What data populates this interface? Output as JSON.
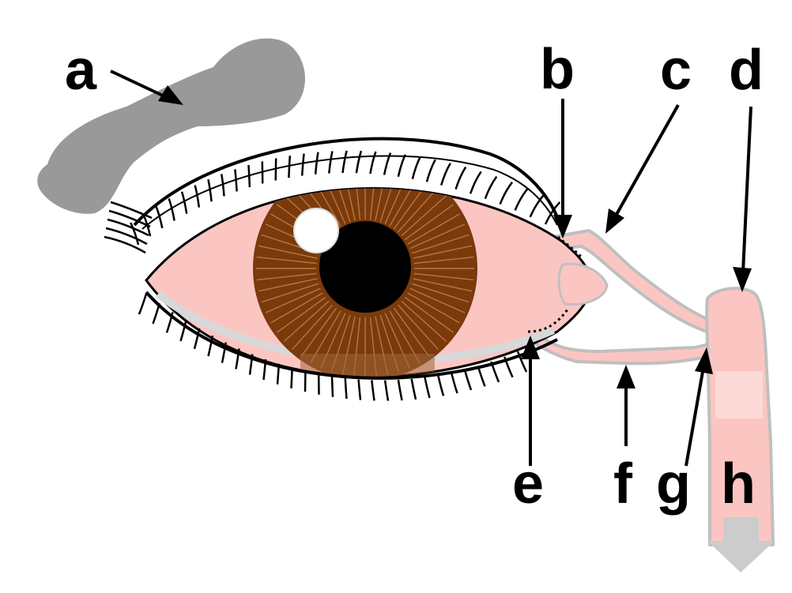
{
  "labels": {
    "a": "a",
    "b": "b",
    "c": "c",
    "d": "d",
    "e": "e",
    "f": "f",
    "g": "g",
    "h": "h"
  },
  "colors": {
    "background": "#ffffff",
    "gland": "#999999",
    "sclera_pink": "#fbc6c2",
    "iris_brown": "#7a3a0c",
    "pupil": "#000000",
    "duct_outline": "#bfbfbf",
    "arrow": "#000000",
    "down_arrow": "#cccccc"
  }
}
